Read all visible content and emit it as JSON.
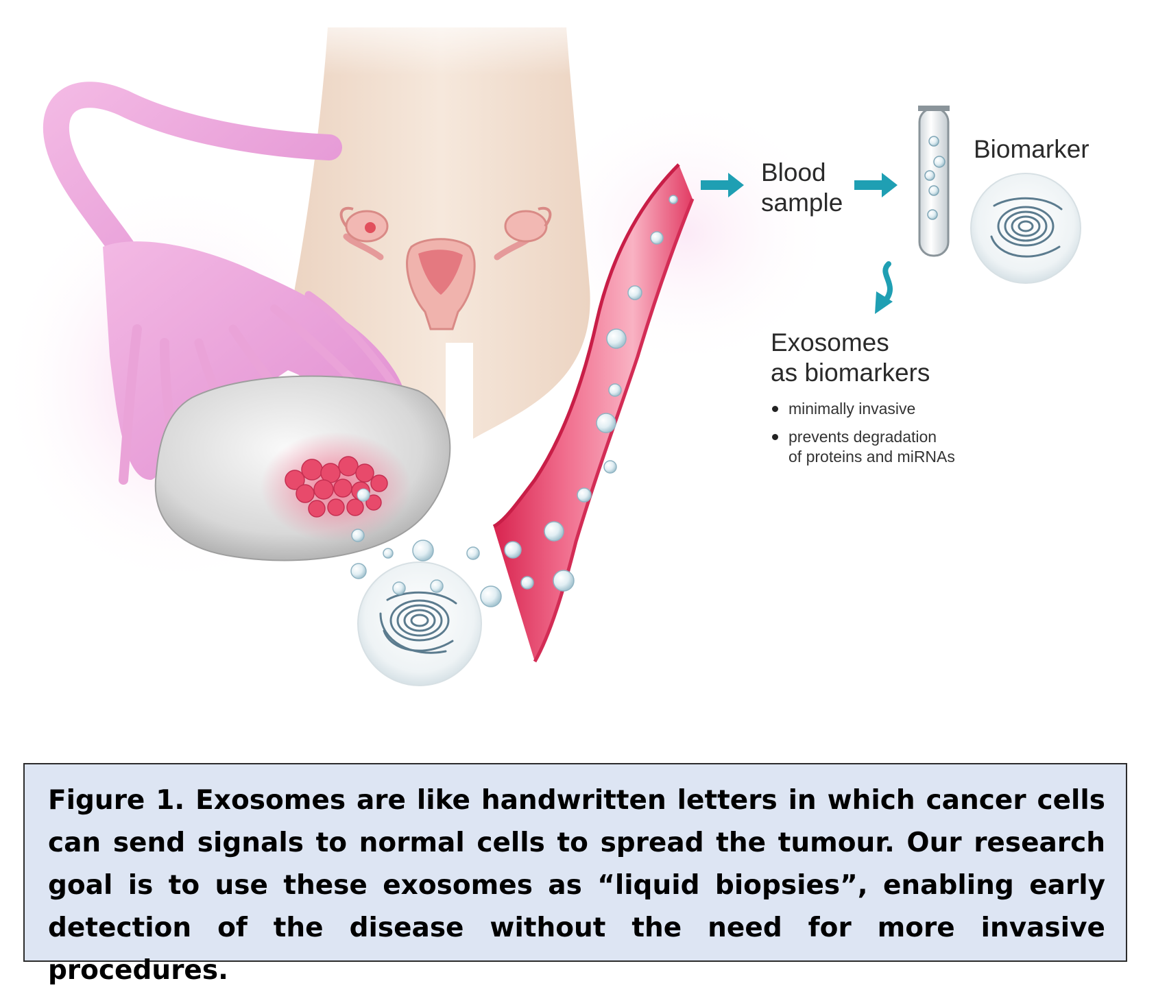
{
  "labels": {
    "blood_sample_line1": "Blood",
    "blood_sample_line2": "sample",
    "biomarker": "Biomarker",
    "exosomes_title_line1": "Exosomes",
    "exosomes_title_line2": "as biomarkers",
    "bullets": [
      {
        "line1": "minimally invasive",
        "line2": ""
      },
      {
        "line1": "prevents degradation",
        "line2": "of proteins and miRNAs"
      }
    ]
  },
  "caption": "Figure 1. Exosomes are like handwritten letters in which cancer cells can send signals to normal cells to spread the tumour. Our research goal is to use these exosomes as “liquid biopsies”, enabling early detection of the disease without the need for more invasive procedures.",
  "icons": {
    "fallopian_tube": "fallopian-tube-icon",
    "ovary": "ovary-icon",
    "uterus": "uterus-icon",
    "blood_vessel": "blood-vessel-icon",
    "test_tube": "test-tube-icon",
    "fingerprint": "fingerprint-icon",
    "arrow": "arrow-icon"
  },
  "colors": {
    "arrow_teal": "#1f9fb3",
    "vessel_pink": "#e8456b",
    "tube_pink": "#eaa3d8",
    "skin": "#f3e2d4",
    "caption_bg": "#dde5f3"
  }
}
